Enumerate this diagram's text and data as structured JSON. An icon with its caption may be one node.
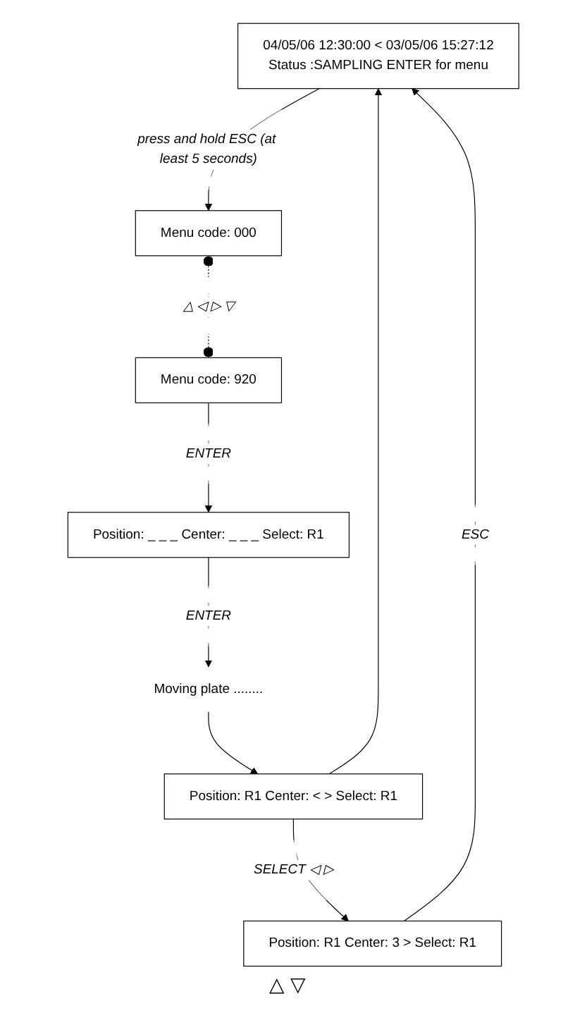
{
  "diagram": {
    "nodes": [
      {
        "text": [
          "04/05/06 12:30:00 < 03/05/06 15:27:12",
          "Status :SAMPLING ENTER for menu"
        ]
      },
      {
        "text": [
          "Menu code: 000"
        ]
      },
      {
        "text": [
          "Menu code: 920"
        ]
      },
      {
        "text": [
          "Position: _ _ _ Center: _ _ _ Select: R1"
        ]
      },
      {
        "text": [
          "Moving plate ........"
        ]
      },
      {
        "text": [
          "Position: R1 Center: < > Select: R1"
        ]
      },
      {
        "text": [
          "Position: R1 Center: 3 > Select: R1"
        ]
      }
    ],
    "edges": [
      {
        "from": 0,
        "to": 1,
        "arrow": "to",
        "label": "press and hold ESC (at least 5 seconds)"
      },
      {
        "from": 1,
        "to": 2,
        "arrow": "other",
        "style": "dashed",
        "label": "△ ◁ ▷ ▽"
      },
      {
        "from": 2,
        "to": 3,
        "arrow": "to",
        "label": "ENTER"
      },
      {
        "from": 3,
        "to": 4,
        "arrow": "to",
        "label": "ENTER"
      },
      {
        "from": 4,
        "to": 5,
        "arrow": "to"
      },
      {
        "from": 5,
        "to": 6,
        "arrow": "to",
        "label": "SELECT ◁ ▷"
      },
      {
        "from": 5,
        "to": 0,
        "arrow": "to"
      },
      {
        "from": 6,
        "to": 0,
        "arrow": "to",
        "label": "ESC"
      }
    ],
    "labels": [
      "△ ▽"
    ]
  }
}
